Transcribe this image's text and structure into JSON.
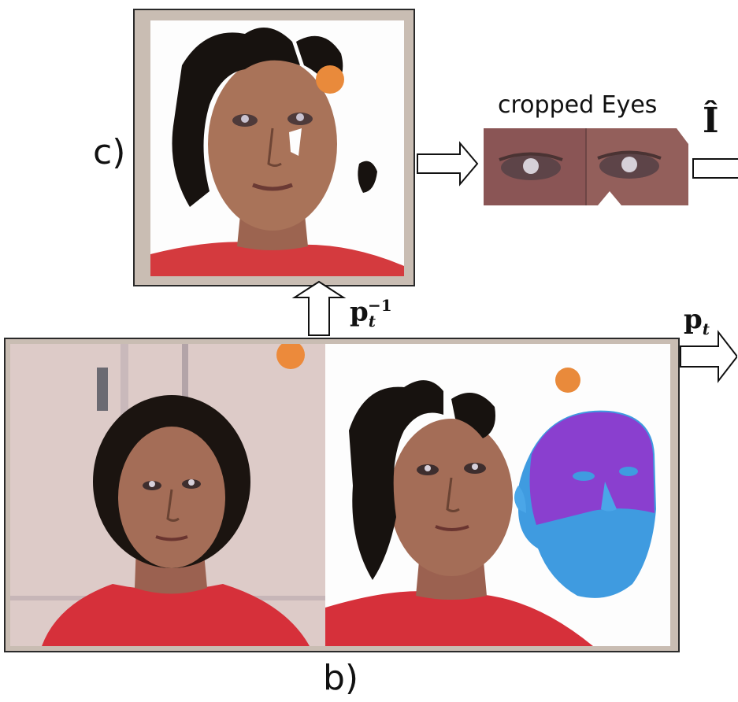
{
  "labels": {
    "panel_c": "c)",
    "panel_b": "b)",
    "cropped_eyes": "cropped Eyes",
    "i_hat": "Î",
    "p_t_inverse_base": "p",
    "p_t_inverse_sub": "t",
    "p_t_inverse_sup": "−1",
    "p_t_base": "p",
    "p_t_sub": "t"
  },
  "images": {
    "c_panel": "RGB-D face point cloud rendered frontally (normalized head pose)",
    "b_left": "RGB camera frame of person looking upward at orange ball",
    "b_right": "3D point cloud with fitted head model (purple/blue mesh)",
    "eyes": "cropped eye region pair"
  },
  "colors": {
    "frame_bg": "#c9bdb3",
    "shirt": "#d8343a",
    "skin": "#a86f58",
    "hair": "#1a1410",
    "ball": "#e98a3b",
    "mesh_top": "#8a3fcf",
    "mesh_bottom": "#3f9be0"
  }
}
